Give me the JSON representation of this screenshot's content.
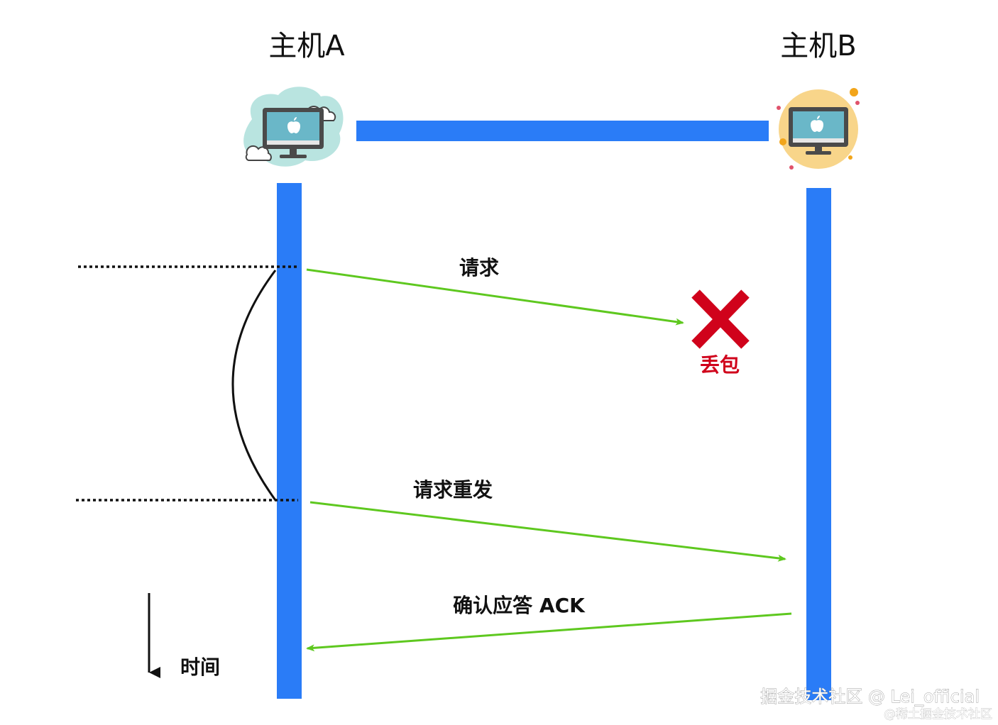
{
  "hosts": {
    "a": {
      "title": "主机A",
      "icon": "apple-monitor-icon",
      "bg_color": "#b9e4e0"
    },
    "b": {
      "title": "主机B",
      "icon": "apple-monitor-icon",
      "bg_color": "#f8d58a"
    }
  },
  "messages": {
    "request": {
      "label": "请求",
      "direction": "A→B",
      "outcome": "lost"
    },
    "loss": {
      "label": "丢包",
      "icon": "red-x-icon",
      "color": "#d0021b"
    },
    "retransmit": {
      "label": "请求重发",
      "direction": "A→B"
    },
    "ack": {
      "label": "确认应答 ACK",
      "direction": "B→A"
    }
  },
  "time_axis": {
    "label": "时间",
    "icon": "down-arrow-icon"
  },
  "watermark": {
    "main": "掘金技术社区 @ Lei_official",
    "sub": "@稀土掘金技术社区"
  },
  "colors": {
    "lifeline": "#2a7cf7",
    "arrow": "#5ec81f",
    "loss": "#d0021b",
    "text": "#111111"
  }
}
